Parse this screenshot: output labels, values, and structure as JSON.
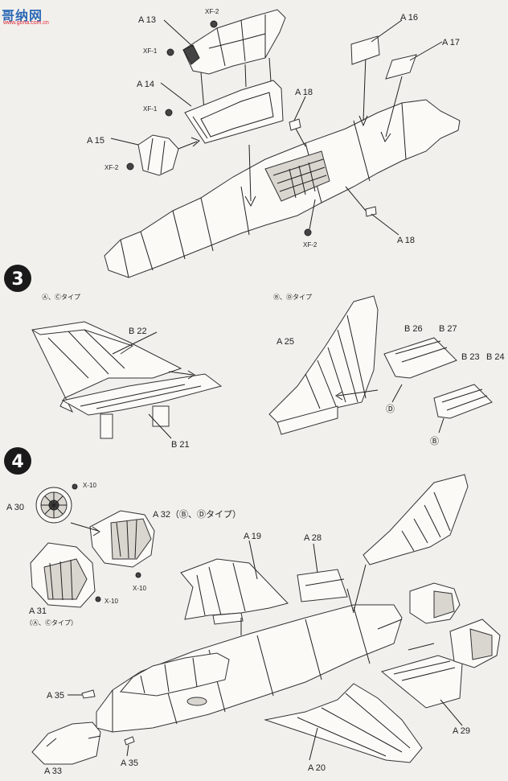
{
  "watermark": {
    "main": "哥纳网",
    "url": "www.gona.com.cn"
  },
  "steps": {
    "s3": "3",
    "s4": "4"
  },
  "types": {
    "ac": "Ⓐ、Ⓒタイプ",
    "bd": "Ⓑ、Ⓓタイプ"
  },
  "labels": {
    "a13": "A 13",
    "a14": "A 14",
    "a15": "A 15",
    "a16": "A 16",
    "a17": "A 17",
    "a18_top": "A 18",
    "a18_bot": "A 18",
    "xf2_top": "XF-2",
    "xf1_a": "XF-1",
    "xf1_b": "XF-1",
    "xf2_left": "XF-2",
    "xf2_bot": "XF-2",
    "b22": "B 22",
    "b21": "B 21",
    "a25": "A 25",
    "b26": "B 26",
    "b27": "B 27",
    "b23": "B 23",
    "b24": "B 24",
    "d_mark": "Ⓓ",
    "b_mark": "Ⓑ",
    "x10_a": "X-10",
    "x10_b": "X-10",
    "x10_c": "X-10",
    "a30": "A 30",
    "a32": "A 32（Ⓑ、Ⓓタイプ）",
    "a31": "A 31",
    "a31_type": "（Ⓐ、Ⓒタイプ）",
    "a19": "A 19",
    "a28": "A 28",
    "a29": "A 29",
    "a35_a": "A 35",
    "a35_b": "A 35",
    "a33": "A 33",
    "a20": "A 20"
  }
}
